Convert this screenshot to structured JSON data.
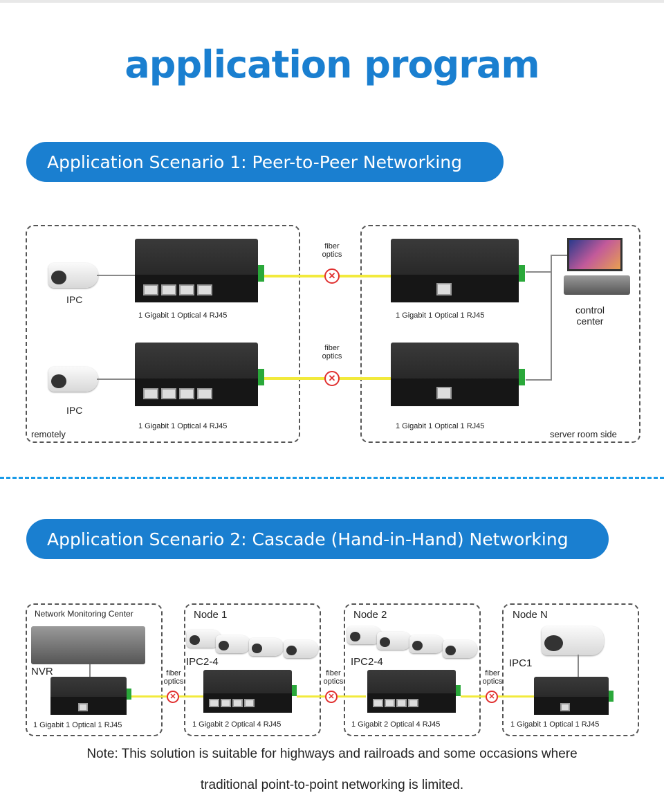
{
  "title": "application program",
  "colors": {
    "accent": "#1a7fd0",
    "fiber": "#f2ea3c",
    "separator": "#1a9be8"
  },
  "scenario1": {
    "heading": "Application Scenario 1: Peer-to-Peer Networking",
    "remote_label": "remotely",
    "server_label": "server room side",
    "ipc_label": "IPC",
    "fiber_label_1": "fiber",
    "fiber_label_2": "optics",
    "remote_switch": "1 Gigabit 1 Optical 4 RJ45",
    "server_switch": "1 Gigabit 1 Optical 1 RJ45",
    "control_1": "control",
    "control_2": "center"
  },
  "scenario2": {
    "heading": "Application Scenario 2: Cascade (Hand-in-Hand) Networking",
    "nmc": "Network Monitoring Center",
    "nvr": "NVR",
    "node1": "Node 1",
    "node2": "Node 2",
    "nodeN": "Node N",
    "ipc24": "IPC2-4",
    "ipc1": "IPC1",
    "fiber_label_1": "fiber",
    "fiber_label_2": "optics",
    "sw_1_1": "1 Gigabit 1 Optical 1 RJ45",
    "sw_2_4": "1 Gigabit 2 Optical 4 RJ45"
  },
  "note": {
    "line1": "Note: This solution is suitable for highways and railroads and some occasions where",
    "line2": "traditional point-to-point networking is limited."
  }
}
